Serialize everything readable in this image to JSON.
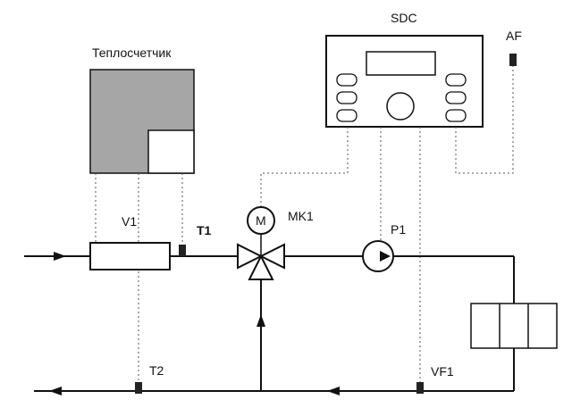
{
  "labels": {
    "heat_meter": "Теплосчетчик",
    "controller": "SDC",
    "outdoor_sensor": "AF",
    "flow_meter": "V1",
    "sensor_t1": "T1",
    "mixer": "MK1",
    "motor": "M",
    "pump": "P1",
    "sensor_t2": "T2",
    "sensor_vf1": "VF1"
  },
  "colors": {
    "line": "#111111",
    "meter_fill": "#a6a6a6",
    "sensor_fill": "#222222",
    "background": "#ffffff"
  }
}
